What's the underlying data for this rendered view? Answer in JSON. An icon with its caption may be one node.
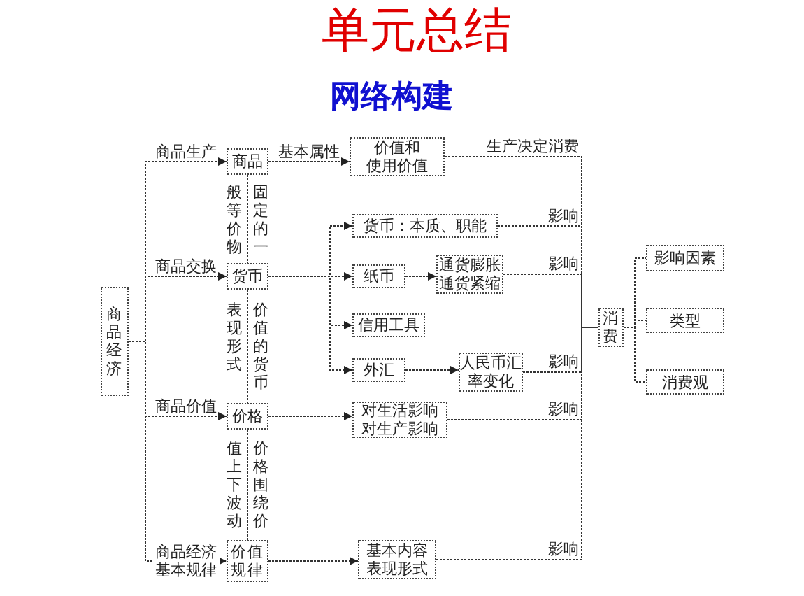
{
  "diagram": {
    "title": "单元总结",
    "nodes": [
      {
        "text": [
          "商品经济"
        ]
      },
      {
        "text": [
          "商品"
        ]
      },
      {
        "text": [
          "价值和",
          "使用价值"
        ]
      },
      {
        "text": [
          "货币"
        ]
      },
      {
        "text": [
          "货币：本质、职能"
        ]
      },
      {
        "text": [
          "纸币"
        ]
      },
      {
        "text": [
          "通货膨胀",
          "通货紧缩"
        ]
      },
      {
        "text": [
          "信用工具"
        ]
      },
      {
        "text": [
          "外汇"
        ]
      },
      {
        "text": [
          "人民币汇率变化"
        ]
      },
      {
        "text": [
          "价格"
        ]
      },
      {
        "text": [
          "对生活影响",
          "对生产影响"
        ]
      },
      {
        "text": [
          "价值规律"
        ]
      },
      {
        "text": [
          "基本内容",
          "表现形式"
        ]
      },
      {
        "text": [
          "消费"
        ]
      },
      {
        "text": [
          "影响因素"
        ]
      },
      {
        "text": [
          "类型"
        ]
      },
      {
        "text": [
          "消费观"
        ]
      }
    ],
    "edges": [
      {
        "from": 0,
        "to": 1,
        "arrow": "to",
        "label": "商品生产"
      },
      {
        "from": 0,
        "to": 3,
        "arrow": "to",
        "label": "商品交换"
      },
      {
        "from": 0,
        "to": 10,
        "arrow": "to",
        "label": "商品价值"
      },
      {
        "from": 0,
        "to": 12,
        "arrow": "to",
        "label": "商品经济基本规律"
      },
      {
        "from": 1,
        "to": 2,
        "arrow": "to",
        "label": "基本属性"
      },
      {
        "from": 1,
        "to": 3,
        "arrow": "none",
        "label": "固定的一般等价物"
      },
      {
        "from": 3,
        "to": 10,
        "arrow": "none",
        "label": "价值的货币表现形式"
      },
      {
        "from": 10,
        "to": 12,
        "arrow": "none",
        "label": "价格围绕价值上下波动"
      },
      {
        "from": 3,
        "to": 4,
        "arrow": "to"
      },
      {
        "from": 3,
        "to": 5,
        "arrow": "to"
      },
      {
        "from": 3,
        "to": 7,
        "arrow": "to"
      },
      {
        "from": 3,
        "to": 8,
        "arrow": "to"
      },
      {
        "from": 5,
        "to": 6,
        "arrow": "to"
      },
      {
        "from": 8,
        "to": 9,
        "arrow": "to"
      },
      {
        "from": 10,
        "to": 11,
        "arrow": "to"
      },
      {
        "from": 12,
        "to": 13,
        "arrow": "to"
      },
      {
        "from": 2,
        "to": 14,
        "arrow": "none",
        "label": "生产决定消费"
      },
      {
        "from": 4,
        "to": 14,
        "arrow": "none",
        "label": "影响"
      },
      {
        "from": 6,
        "to": 14,
        "arrow": "none",
        "label": "影响"
      },
      {
        "from": 9,
        "to": 14,
        "arrow": "none",
        "label": "影响"
      },
      {
        "from": 11,
        "to": 14,
        "arrow": "none",
        "label": "影响"
      },
      {
        "from": 13,
        "to": 14,
        "arrow": "none",
        "label": "影响"
      },
      {
        "from": 14,
        "to": 15,
        "arrow": "none"
      },
      {
        "from": 14,
        "to": 16,
        "arrow": "none"
      },
      {
        "from": 14,
        "to": 17,
        "arrow": "none"
      }
    ],
    "labels": [
      "网络构建"
    ]
  }
}
